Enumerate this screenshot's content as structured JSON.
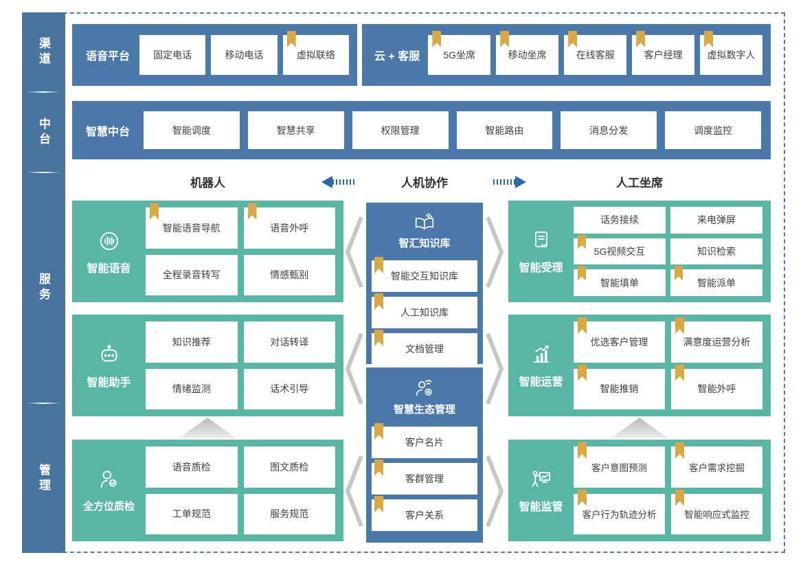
{
  "palette": {
    "blue": "#4a78a8",
    "sidebar_blue": "#47739d",
    "teal": "#57b7a4",
    "bookmark_gold": "#d9a845",
    "arrow_blue": "#2a6aa8",
    "connector_gray": "#c6c6c6",
    "text_dark": "#3f3f3f"
  },
  "sidebar": {
    "items": [
      {
        "label": "渠道"
      },
      {
        "label": "中台"
      },
      {
        "label": "服务"
      },
      {
        "label": "管理"
      }
    ]
  },
  "channel_row": {
    "voice_platform": {
      "title": "语音平台",
      "items": [
        {
          "label": "固定电话",
          "bookmark": false
        },
        {
          "label": "移动电话",
          "bookmark": false
        },
        {
          "label": "虚拟联络",
          "bookmark": true
        }
      ]
    },
    "cloud_service": {
      "title": "云 + 客服",
      "items": [
        {
          "label": "5G坐席",
          "bookmark": true
        },
        {
          "label": "移动坐席",
          "bookmark": true
        },
        {
          "label": "在线客服",
          "bookmark": true
        },
        {
          "label": "客户经理",
          "bookmark": true
        },
        {
          "label": "虚拟数字人",
          "bookmark": true
        }
      ]
    }
  },
  "platform_row": {
    "title": "智慧中台",
    "items": [
      {
        "label": "智能调度",
        "bookmark": false
      },
      {
        "label": "智慧共享",
        "bookmark": false
      },
      {
        "label": "权限管理",
        "bookmark": false
      },
      {
        "label": "智能路由",
        "bookmark": false
      },
      {
        "label": "消息分发",
        "bookmark": false
      },
      {
        "label": "调度监控",
        "bookmark": false
      }
    ]
  },
  "collab_header": {
    "left": "机器人",
    "center": "人机协作",
    "right": "人工坐席"
  },
  "left_column": [
    {
      "title": "智能语音",
      "icon": "voice-icon",
      "items": [
        {
          "label": "智能语音导航",
          "bookmark": true
        },
        {
          "label": "语音外呼",
          "bookmark": true
        },
        {
          "label": "全程录音转写",
          "bookmark": false
        },
        {
          "label": "情感甄别",
          "bookmark": false
        }
      ]
    },
    {
      "title": "智能助手",
      "icon": "robot-icon",
      "items": [
        {
          "label": "知识推荐",
          "bookmark": false
        },
        {
          "label": "对话转译",
          "bookmark": false
        },
        {
          "label": "情绪监测",
          "bookmark": false
        },
        {
          "label": "话术引导",
          "bookmark": false
        }
      ]
    },
    {
      "title": "全方位质检",
      "icon": "inspector-icon",
      "items": [
        {
          "label": "语音质检",
          "bookmark": false
        },
        {
          "label": "图文质检",
          "bookmark": false
        },
        {
          "label": "工单规范",
          "bookmark": false
        },
        {
          "label": "服务规范",
          "bookmark": false
        }
      ]
    }
  ],
  "middle_column": [
    {
      "title": "智汇知识库",
      "icon": "knowledge-book-icon",
      "items": [
        {
          "label": "智能交互知识库",
          "bookmark": true
        },
        {
          "label": "人工知识库",
          "bookmark": true
        },
        {
          "label": "文档管理",
          "bookmark": true
        }
      ]
    },
    {
      "title": "智慧生态管理",
      "icon": "ecosystem-person-icon",
      "items": [
        {
          "label": "客户名片",
          "bookmark": true
        },
        {
          "label": "客群管理",
          "bookmark": true
        },
        {
          "label": "客户关系",
          "bookmark": true
        }
      ]
    }
  ],
  "right_column": [
    {
      "title": "智能受理",
      "icon": "document-check-icon",
      "items": [
        {
          "label": "话务接续",
          "bookmark": false
        },
        {
          "label": "来电弹屏",
          "bookmark": false
        },
        {
          "label": "5G视频交互",
          "bookmark": true
        },
        {
          "label": "知识检索",
          "bookmark": false
        },
        {
          "label": "智能填单",
          "bookmark": true
        },
        {
          "label": "智能派单",
          "bookmark": true
        }
      ]
    },
    {
      "title": "智能运营",
      "icon": "chart-growth-icon",
      "items": [
        {
          "label": "优选客户管理",
          "bookmark": true
        },
        {
          "label": "满意度运营分析",
          "bookmark": true
        },
        {
          "label": "智能推销",
          "bookmark": true
        },
        {
          "label": "智能外呼",
          "bookmark": true
        }
      ]
    },
    {
      "title": "智能监管",
      "icon": "presenter-board-icon",
      "items": [
        {
          "label": "客户意图预测",
          "bookmark": true
        },
        {
          "label": "客户需求挖掘",
          "bookmark": true
        },
        {
          "label": "客户行为轨迹分析",
          "bookmark": true
        },
        {
          "label": "智能响应式监控",
          "bookmark": true
        }
      ]
    }
  ]
}
